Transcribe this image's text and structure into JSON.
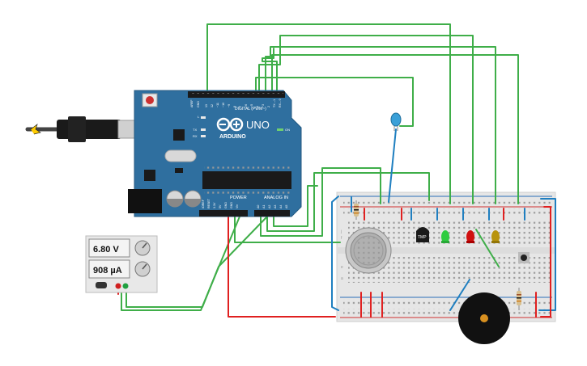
{
  "arduino": {
    "brand": "ARDUINO",
    "model": "UNO",
    "digital_label": "DIGITAL (PWM~)",
    "power_label": "POWER",
    "analog_label": "ANALOG IN",
    "on_label": "ON",
    "l_label": "L",
    "tx_label": "TX",
    "rx_label": "RX",
    "aref_label": "AREF",
    "gnd_label": "GND",
    "digital_pins": [
      "13",
      "12",
      "~11",
      "~10",
      "~9",
      "8",
      "7",
      "~6",
      "~5",
      "4",
      "~3",
      "2",
      "TX→1",
      "RX←0"
    ],
    "power_pins": [
      "IOREF",
      "RESET",
      "3.3V",
      "5V",
      "GND",
      "GND",
      "Vin"
    ],
    "analog_pins": [
      "A0",
      "A1",
      "A2",
      "A3",
      "A4",
      "A5"
    ]
  },
  "power_supply": {
    "voltage": "6.80 V",
    "current": "908 µA"
  },
  "temp_sensor": {
    "label": "TMP"
  },
  "colors": {
    "board": "#2f6f9f",
    "wire_green": "#3fae49",
    "wire_red": "#e02020",
    "wire_blue": "#1f7fc0",
    "breadboard": "#e8e8e8",
    "led_green": "#2ecc40",
    "led_red": "#d01010",
    "led_yellow": "#b8930a",
    "led_blue": "#3aa0d8"
  },
  "icons": [
    "usb-cable-icon",
    "usb-plug-icon",
    "dc-barrel-jack-icon",
    "capacitor-icon",
    "reset-button-icon",
    "chip-icon",
    "gas-sensor-icon",
    "buzzer-icon",
    "pushbutton-icon",
    "knob-icon"
  ]
}
